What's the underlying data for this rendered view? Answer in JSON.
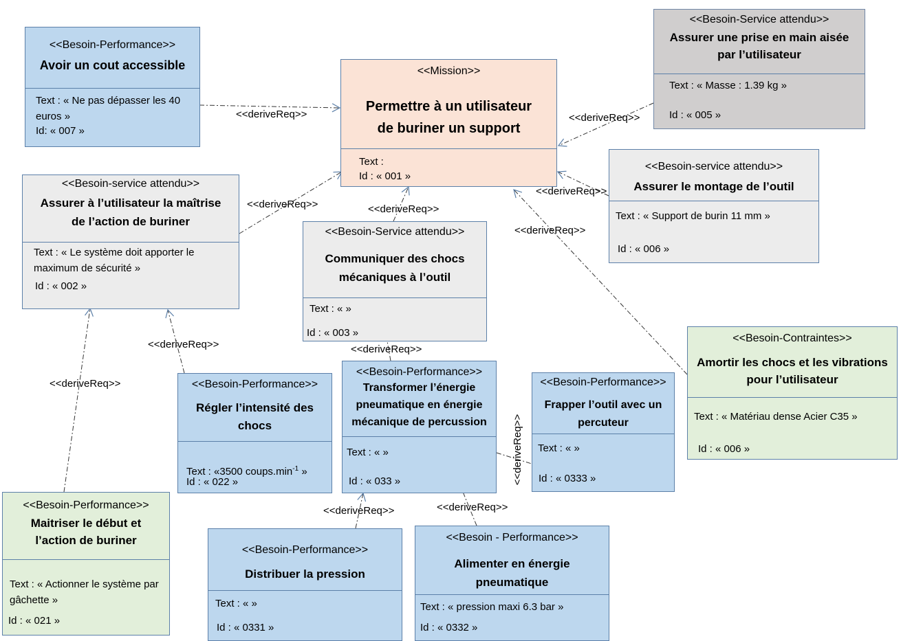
{
  "link_label": "<<deriveReq>>",
  "nodes": {
    "mission": {
      "stereotype": "<<Mission>>",
      "title": "Permettre à un utilisateur\nde buriner un support",
      "text": "Text :",
      "id": "Id : « 001 »"
    },
    "n007": {
      "stereotype": "<<Besoin-Performance>>",
      "title": "Avoir un cout accessible",
      "text": "Text : « Ne pas dépasser les 40\neuros »",
      "id": "Id: « 007 »"
    },
    "n005": {
      "stereotype": "<<Besoin-Service attendu>>",
      "title": "Assurer une prise en main aisée\npar l’utilisateur",
      "text": "Text : « Masse : 1.39 kg »",
      "id": "Id : « 005 »"
    },
    "n002": {
      "stereotype": "<<Besoin-service attendu>>",
      "title": "Assurer à l’utilisateur la maîtrise\nde l’action de buriner",
      "text": "Text : « Le système doit apporter le\nmaximum de sécurité »",
      "id": "Id : « 002 »"
    },
    "n006a": {
      "stereotype": "<<Besoin-service attendu>>",
      "title": "Assurer le montage de l’outil",
      "text": "Text : « Support de burin 11 mm »",
      "id": "Id : « 006 »"
    },
    "n003": {
      "stereotype": "<<Besoin-Service attendu>>",
      "title": "Communiquer des chocs\nmécaniques à l’outil",
      "text": "Text : « »",
      "id": "Id : « 003 »"
    },
    "n006b": {
      "stereotype": "<<Besoin-Contraintes>>",
      "title": "Amortir les chocs et les vibrations\npour l’utilisateur",
      "text": "Text : « Matériau dense Acier C35 »",
      "id": "Id : « 006 »"
    },
    "n022": {
      "stereotype": "<<Besoin-Performance>>",
      "title": "Régler l’intensité des\nchocs",
      "text_prefix": "Text : «3500 coups.min",
      "text_sup": "-1",
      "text_suffix": " »",
      "id": "Id : « 022 »"
    },
    "n033": {
      "stereotype": "<<Besoin-Performance>>",
      "title": "Transformer l’énergie\npneumatique en énergie\nmécanique de percussion",
      "text": "Text : « »",
      "id": "Id : « 033 »"
    },
    "n0333": {
      "stereotype": "<<Besoin-Performance>>",
      "title": "Frapper l’outil avec un\npercuteur",
      "text": "Text : « »",
      "id": "Id : « 0333 »"
    },
    "n021": {
      "stereotype": "<<Besoin-Performance>>",
      "title": "Maitriser le début et\nl’action de buriner",
      "text": "Text : « Actionner le système par\ngâchette »",
      "id": "Id : « 021 »"
    },
    "n0331": {
      "stereotype": "<<Besoin-Performance>>",
      "title": "Distribuer la pression",
      "text": "Text : « »",
      "id": "Id : « 0331 »"
    },
    "n0332": {
      "stereotype": "<<Besoin - Performance>>",
      "title": "Alimenter en énergie\npneumatique",
      "text": "Text : « pression maxi 6.3 bar »",
      "id": "Id : « 0332 »"
    }
  },
  "colors": {
    "blue": "#bdd7ee",
    "peach": "#fbe3d6",
    "gray": "#ececec",
    "dark_gray": "#d0cece",
    "green": "#e2efda",
    "line": "#5b7fa8"
  }
}
